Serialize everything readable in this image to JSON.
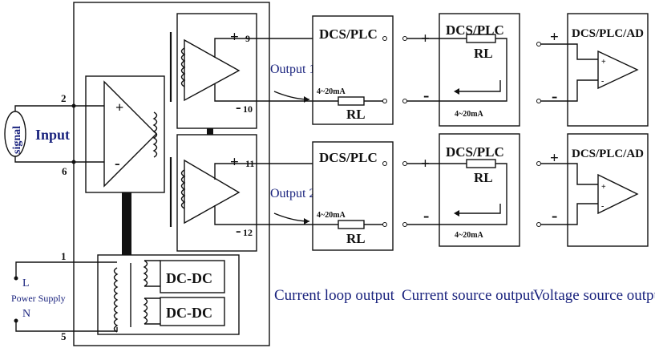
{
  "input": {
    "signal_label": "signal",
    "input_label": "Input",
    "pin_plus": "2",
    "pin_minus": "6",
    "plus_sign": "+",
    "minus_sign": "-"
  },
  "outputs": [
    {
      "label": "Output 1",
      "pin_top": "9",
      "pin_bottom": "10"
    },
    {
      "label": "Output 2",
      "pin_top": "11",
      "pin_bottom": "12"
    }
  ],
  "power": {
    "label_l": "L",
    "label_supply": "Power  Supply",
    "label_n": "N",
    "pin_top": "1",
    "pin_bottom": "5",
    "converter_label": "DC-DC"
  },
  "loads": {
    "dcs_plc": "DCS/PLC",
    "dcs_plc_ad": "DCS/PLC/AD",
    "rl": "RL",
    "current": "4~20mA",
    "plus": "+",
    "minus": "-"
  },
  "captions": {
    "current_loop": "Current loop output",
    "current_source": "Current source output",
    "voltage_source": "Voltage source output"
  },
  "colors": {
    "line": "#111111",
    "accent": "#1a237e"
  }
}
